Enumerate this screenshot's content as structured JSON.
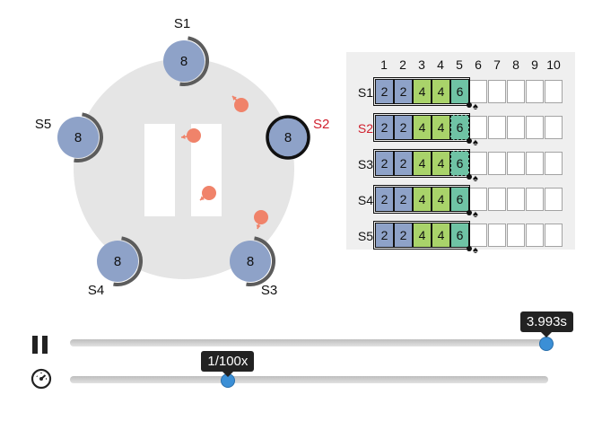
{
  "servers": [
    {
      "id": "S1",
      "term": "8",
      "leader": false
    },
    {
      "id": "S2",
      "term": "8",
      "leader": true
    },
    {
      "id": "S3",
      "term": "8",
      "leader": false
    },
    {
      "id": "S4",
      "term": "8",
      "leader": false
    },
    {
      "id": "S5",
      "term": "8",
      "leader": false
    }
  ],
  "log": {
    "indices": [
      "1",
      "2",
      "3",
      "4",
      "5",
      "6",
      "7",
      "8",
      "9",
      "10"
    ],
    "rows": [
      {
        "server": "S1",
        "leader": false,
        "entries": [
          {
            "term": "2",
            "kind": "blue"
          },
          {
            "term": "2",
            "kind": "blue"
          },
          {
            "term": "4",
            "kind": "green"
          },
          {
            "term": "4",
            "kind": "green"
          },
          {
            "term": "6",
            "kind": "teal",
            "committed": true
          }
        ]
      },
      {
        "server": "S2",
        "leader": true,
        "entries": [
          {
            "term": "2",
            "kind": "blue"
          },
          {
            "term": "2",
            "kind": "blue"
          },
          {
            "term": "4",
            "kind": "green"
          },
          {
            "term": "4",
            "kind": "green"
          },
          {
            "term": "6",
            "kind": "teal",
            "committed": false
          }
        ]
      },
      {
        "server": "S3",
        "leader": false,
        "entries": [
          {
            "term": "2",
            "kind": "blue"
          },
          {
            "term": "2",
            "kind": "blue"
          },
          {
            "term": "4",
            "kind": "green"
          },
          {
            "term": "4",
            "kind": "green"
          },
          {
            "term": "6",
            "kind": "teal",
            "committed": false
          }
        ]
      },
      {
        "server": "S4",
        "leader": false,
        "entries": [
          {
            "term": "2",
            "kind": "blue"
          },
          {
            "term": "2",
            "kind": "blue"
          },
          {
            "term": "4",
            "kind": "green"
          },
          {
            "term": "4",
            "kind": "green"
          },
          {
            "term": "6",
            "kind": "teal",
            "committed": true
          }
        ]
      },
      {
        "server": "S5",
        "leader": false,
        "entries": [
          {
            "term": "2",
            "kind": "blue"
          },
          {
            "term": "2",
            "kind": "blue"
          },
          {
            "term": "4",
            "kind": "green"
          },
          {
            "term": "4",
            "kind": "green"
          },
          {
            "term": "6",
            "kind": "teal",
            "committed": true
          }
        ]
      }
    ]
  },
  "colors": {
    "node_fill": "#8ea2c8",
    "ring_bg": "#e5e5e5",
    "message": "#f0836a",
    "leader_label": "#d0202e",
    "entry_blue": "#8ea2c8",
    "entry_green": "#a9d36a",
    "entry_teal": "#6fc3a5",
    "slider_thumb": "#3b8fd6"
  },
  "controls": {
    "time_label": "3.993s",
    "time_fraction": 0.997,
    "speed_label": "1/100x",
    "speed_fraction": 0.33,
    "pause_icon": "pause-icon",
    "speed_icon": "speedometer-icon"
  }
}
